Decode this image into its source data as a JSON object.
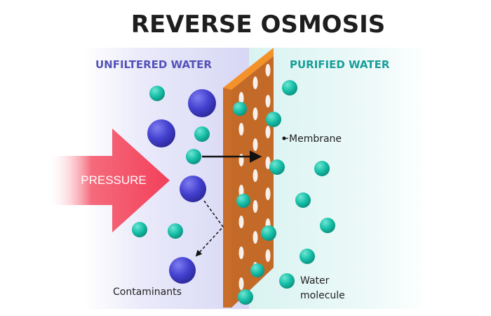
{
  "title": "REVERSE OSMOSIS",
  "labels": {
    "unfiltered": "UNFILTERED WATER",
    "purified": "PURIFIED WATER",
    "pressure": "PRESSURE",
    "membrane": "Membrane",
    "contaminants": "Contaminants",
    "water_line1": "Water",
    "water_line2": "molecule"
  },
  "colors": {
    "unfiltered_bg": "#dcdcf7",
    "purified_bg": "#dff6f4",
    "membrane": "#c96d2c",
    "membrane_edge": "#f4922a",
    "contaminant": "#4340d0",
    "water": "#17bfa8",
    "pressure_arrow": "#f2405a"
  },
  "icons": {
    "contaminant": "large-blue-sphere",
    "water": "small-teal-sphere",
    "pressure": "right-block-arrow"
  }
}
